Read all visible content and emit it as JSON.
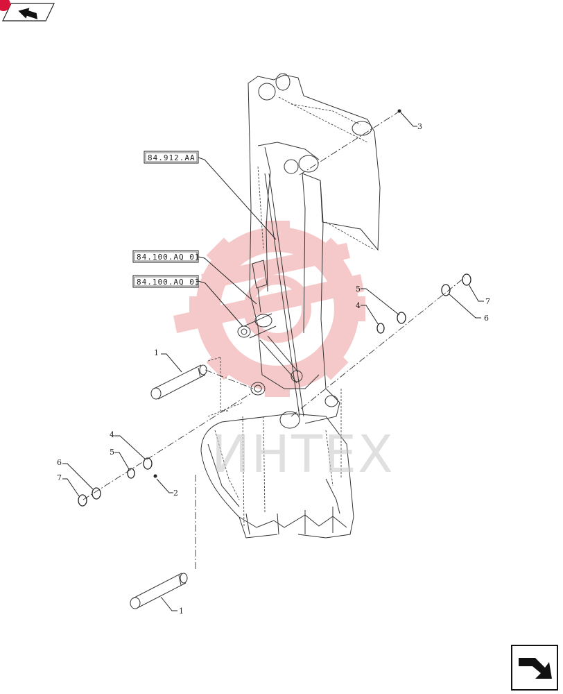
{
  "references": [
    {
      "id": "ref-84-912-aa",
      "text": "84.912.AA"
    },
    {
      "id": "ref-84-100-aq-01",
      "text": "84.100.AQ 01"
    },
    {
      "id": "ref-84-100-aq-03",
      "text": "84.100.AQ 03"
    }
  ],
  "callouts": {
    "c1a": "1",
    "c1b": "1",
    "c2": "2",
    "c3": "3",
    "c4a": "4",
    "c4b": "4",
    "c5a": "5",
    "c5b": "5",
    "c6a": "6",
    "c6b": "6",
    "c7a": "7",
    "c7b": "7"
  },
  "watermark": "ИНТЕХ",
  "colors": {
    "badge": "#d8143a",
    "watermark_gear": "#f2b8b8",
    "line": "#333333"
  },
  "icons": {
    "top_left": "back-arrow-icon",
    "bottom_right": "forward-arrow-icon"
  }
}
